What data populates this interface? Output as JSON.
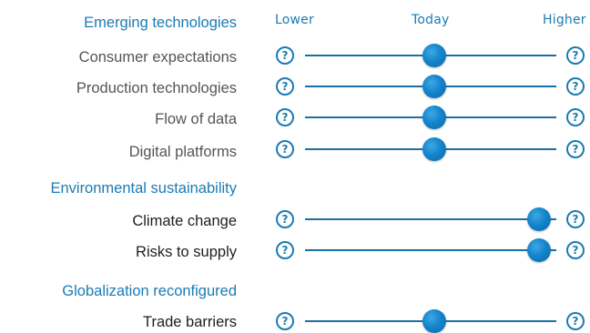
{
  "scale": {
    "lower": "Lower",
    "today": "Today",
    "higher": "Higher"
  },
  "help_glyph": "?",
  "sections": [
    {
      "title": "Emerging technologies",
      "items": [
        {
          "label": "Consumer expectations",
          "level": 0.5
        },
        {
          "label": "Production technologies",
          "level": 0.5
        },
        {
          "label": "Flow of data",
          "level": 0.5
        },
        {
          "label": "Digital platforms",
          "level": 0.5
        }
      ]
    },
    {
      "title": "Environmental sustainability",
      "items": [
        {
          "label": "Climate change",
          "level": 0.97
        },
        {
          "label": "Risks to supply",
          "level": 0.97
        }
      ]
    },
    {
      "title": "Globalization reconfigured",
      "items": [
        {
          "label": "Trade barriers",
          "level": 0.5
        }
      ]
    }
  ],
  "colors": {
    "accent": "#1a7bb4",
    "track": "#1a6fa6",
    "thumb": "#1484cc",
    "label_grey": "#555555",
    "label_dark": "#1e1e1e"
  }
}
